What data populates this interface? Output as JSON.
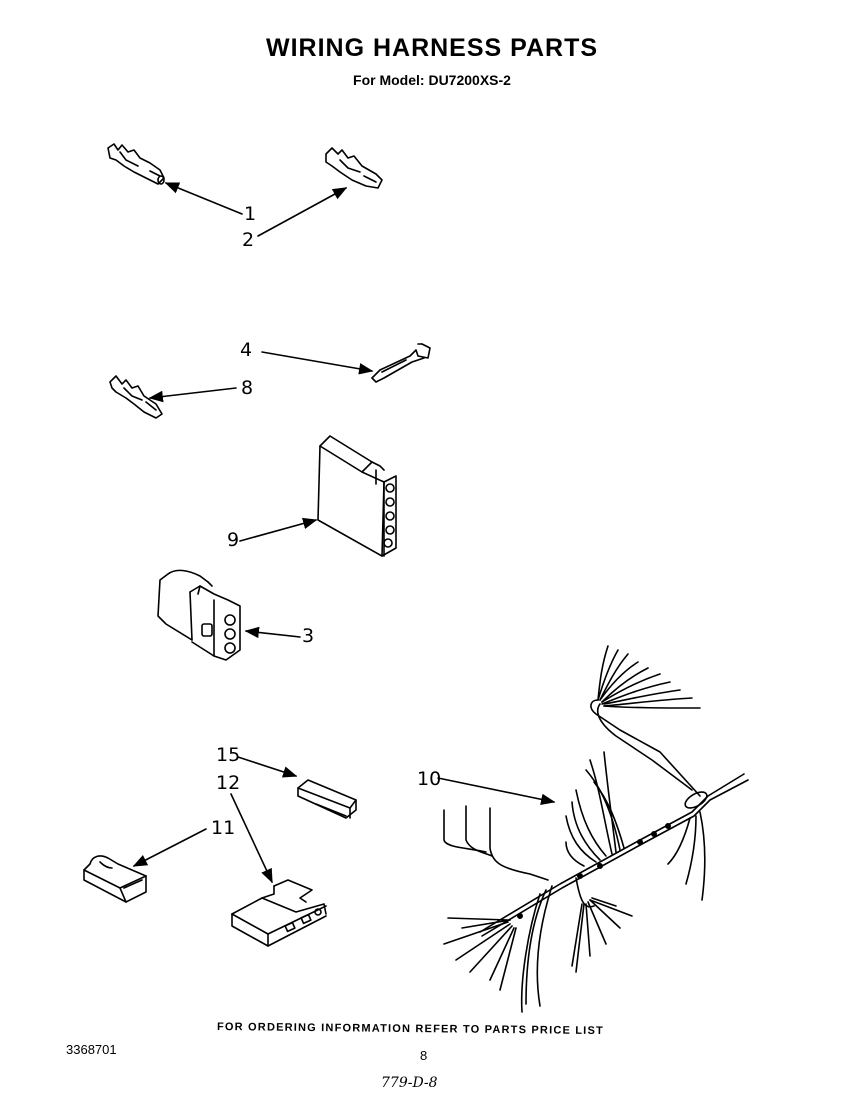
{
  "title": "WIRING HARNESS PARTS",
  "subtitle": "For Model: DU7200XS-2",
  "callouts": {
    "c1": "1",
    "c2": "2",
    "c3": "3",
    "c4": "4",
    "c8": "8",
    "c9": "9",
    "c10": "10",
    "c11": "11",
    "c12": "12",
    "c15": "15"
  },
  "footer_note": "FOR ORDERING INFORMATION REFER TO PARTS PRICE LIST",
  "doc_number": "3368701",
  "page_number": "8",
  "handwritten_code": "779-D-8"
}
